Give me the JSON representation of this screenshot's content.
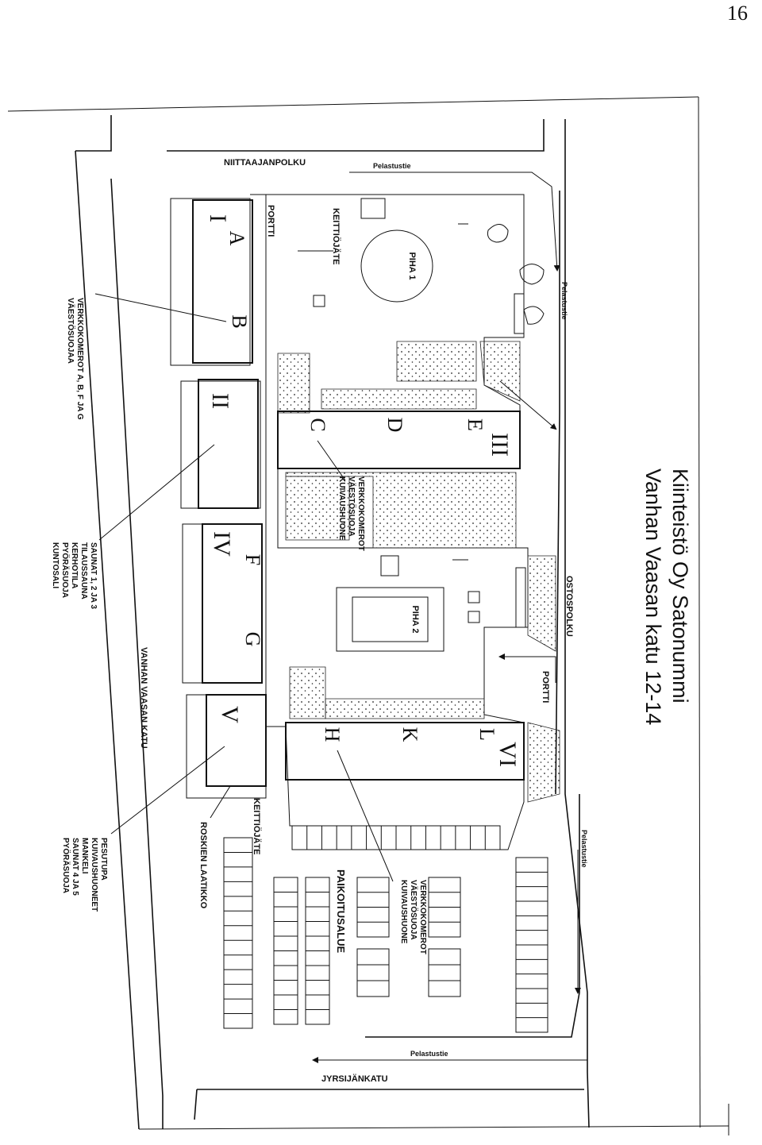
{
  "page_number": "16",
  "title_line1": "Kiinteistö Oy Satonummi",
  "title_line2": "Vanhan Vaasan katu 12-14",
  "streets": {
    "top": "NIITTAAJANPOLKU",
    "bottom": "JYRSIJÄNKATU",
    "left": "VANHAN VAASAN KATU",
    "right": "OSTOSPOLKU"
  },
  "rescue_route": "Pelastustie",
  "gate": "PORTTI",
  "courtyards": [
    "PIHA 1",
    "PIHA 2"
  ],
  "kitchen_waste": "KEITTIÖJÄTE",
  "waste_shelter": "ROSKIEN LAATIKKO",
  "parking": "PAIKOITUSALUE",
  "buildings": [
    "I",
    "II",
    "III",
    "IV",
    "V",
    "VI"
  ],
  "stairwells": [
    "A",
    "B",
    "C",
    "D",
    "E",
    "F",
    "G",
    "H",
    "K",
    "L"
  ],
  "notes": {
    "ab_fg": [
      "VERKKOKOMEROT A, B, F JA G",
      "VÄESTÖSUOJAA"
    ],
    "saunas_123": [
      "SAUNAT 1, 2 JA 3",
      "TILAUSSAUNA",
      "KERHOTILA",
      "PYÖRÄSUOJA",
      "KUNTOSALI"
    ],
    "laundry": [
      "PESUTUPA",
      "KUIVAUSHUONEET",
      "MANKELI",
      "SAUNAT 4 JA 5",
      "PYÖRÄSUOJA"
    ],
    "iii_storage": [
      "VERKKOKOMEROT",
      "VÄESTÖSUOJA",
      "KUIVAUSHUONE"
    ],
    "vi_storage": [
      "VERKKOKOMEROT",
      "VÄESTÖSUOJA",
      "KUIVAUSHUONE"
    ]
  }
}
